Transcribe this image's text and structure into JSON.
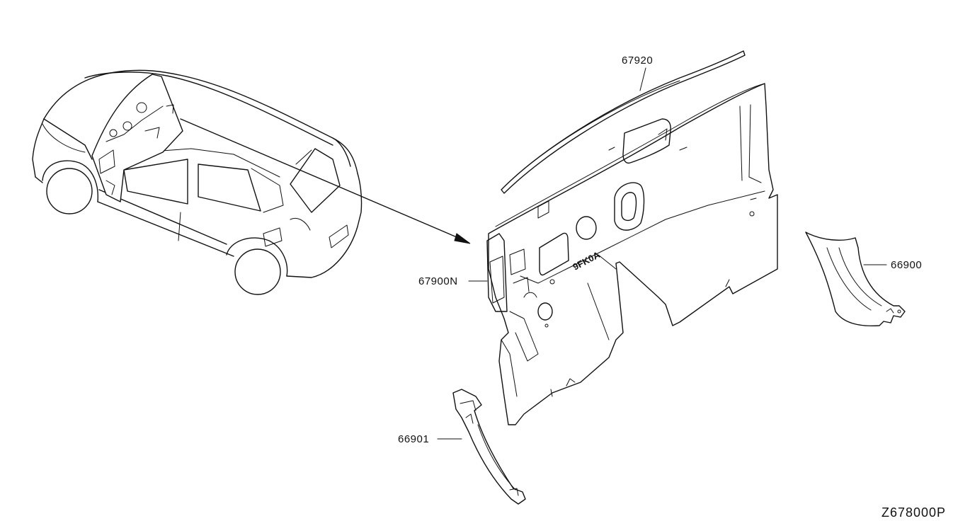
{
  "callouts": {
    "part_67920": "67920",
    "part_67900n": "67900N",
    "part_66900": "66900",
    "part_66901": "66901"
  },
  "panel_stamp": "9FK0A",
  "diagram_code": "Z678000P",
  "colors": {
    "line": "#111111",
    "background": "#ffffff"
  }
}
